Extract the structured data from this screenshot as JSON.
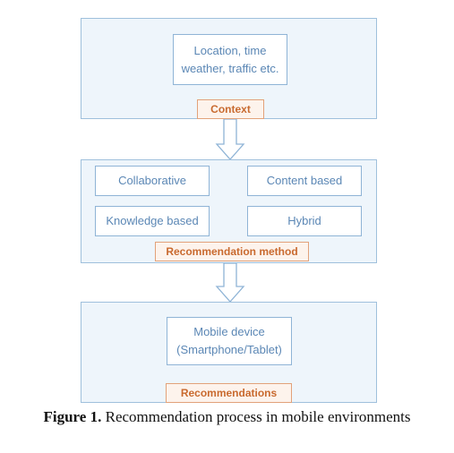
{
  "context": {
    "box_text_line1": "Location, time",
    "box_text_line2": "weather, traffic etc.",
    "label": "Context"
  },
  "method": {
    "items": [
      "Collaborative",
      "Content based",
      "Knowledge based",
      "Hybrid"
    ],
    "label": "Recommendation method"
  },
  "recommendations": {
    "box_text_line1": "Mobile device",
    "box_text_line2": "(Smartphone/Tablet)",
    "label": "Recommendations"
  },
  "caption": {
    "prefix": "Figure 1.",
    "text": " Recommendation process in mobile environments"
  }
}
